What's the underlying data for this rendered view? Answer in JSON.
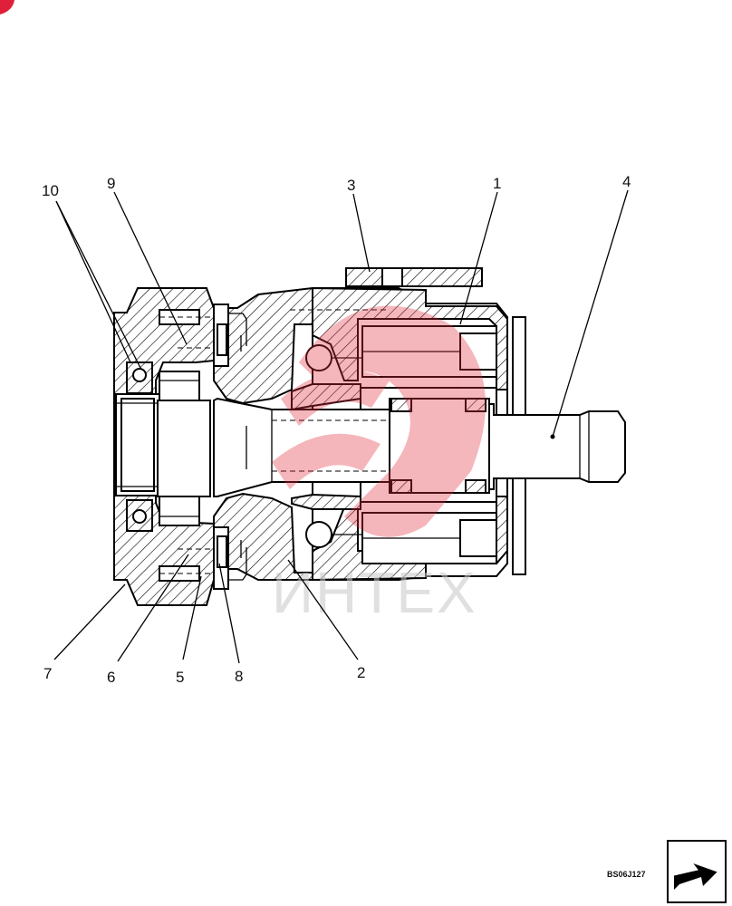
{
  "diagram": {
    "callouts": [
      {
        "id": "callout-10",
        "label": "10"
      },
      {
        "id": "callout-9",
        "label": "9"
      },
      {
        "id": "callout-3",
        "label": "3"
      },
      {
        "id": "callout-1",
        "label": "1"
      },
      {
        "id": "callout-4",
        "label": "4"
      },
      {
        "id": "callout-7",
        "label": "7"
      },
      {
        "id": "callout-6",
        "label": "6"
      },
      {
        "id": "callout-5",
        "label": "5"
      },
      {
        "id": "callout-8",
        "label": "8"
      },
      {
        "id": "callout-2",
        "label": "2"
      }
    ],
    "drawing_code": "BS06J127",
    "watermark_text": "ИНТЕХ",
    "watermark_color": "#e03040",
    "line_color": "#000000",
    "navigation_icon": "next-page-arrow-icon"
  }
}
